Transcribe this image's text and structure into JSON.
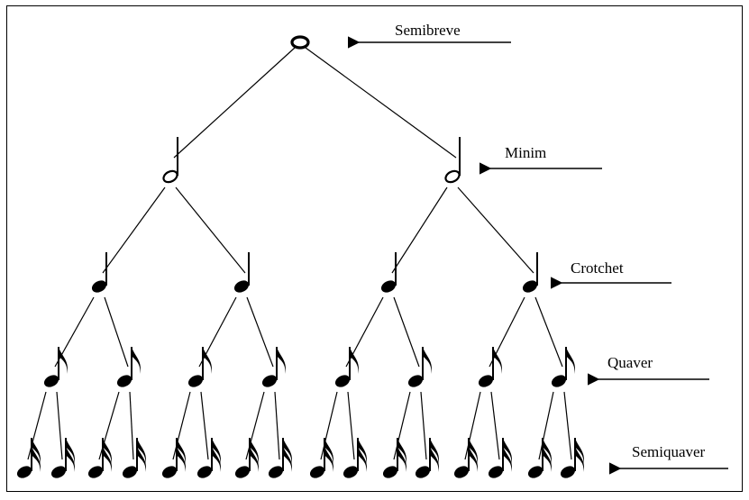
{
  "diagram": {
    "levels": [
      {
        "name": "semibreve",
        "label": "Semibreve",
        "note": "semibreve",
        "count": 1
      },
      {
        "name": "minim",
        "label": "Minim",
        "note": "minim",
        "count": 2
      },
      {
        "name": "crotchet",
        "label": "Crotchet",
        "note": "crotchet",
        "count": 4
      },
      {
        "name": "quaver",
        "label": "Quaver",
        "note": "quaver",
        "count": 8
      },
      {
        "name": "semiquaver",
        "label": "Semiquaver",
        "note": "semiquaver",
        "count": 16
      }
    ],
    "colors": {
      "ink": "#000000",
      "background": "#ffffff"
    }
  }
}
